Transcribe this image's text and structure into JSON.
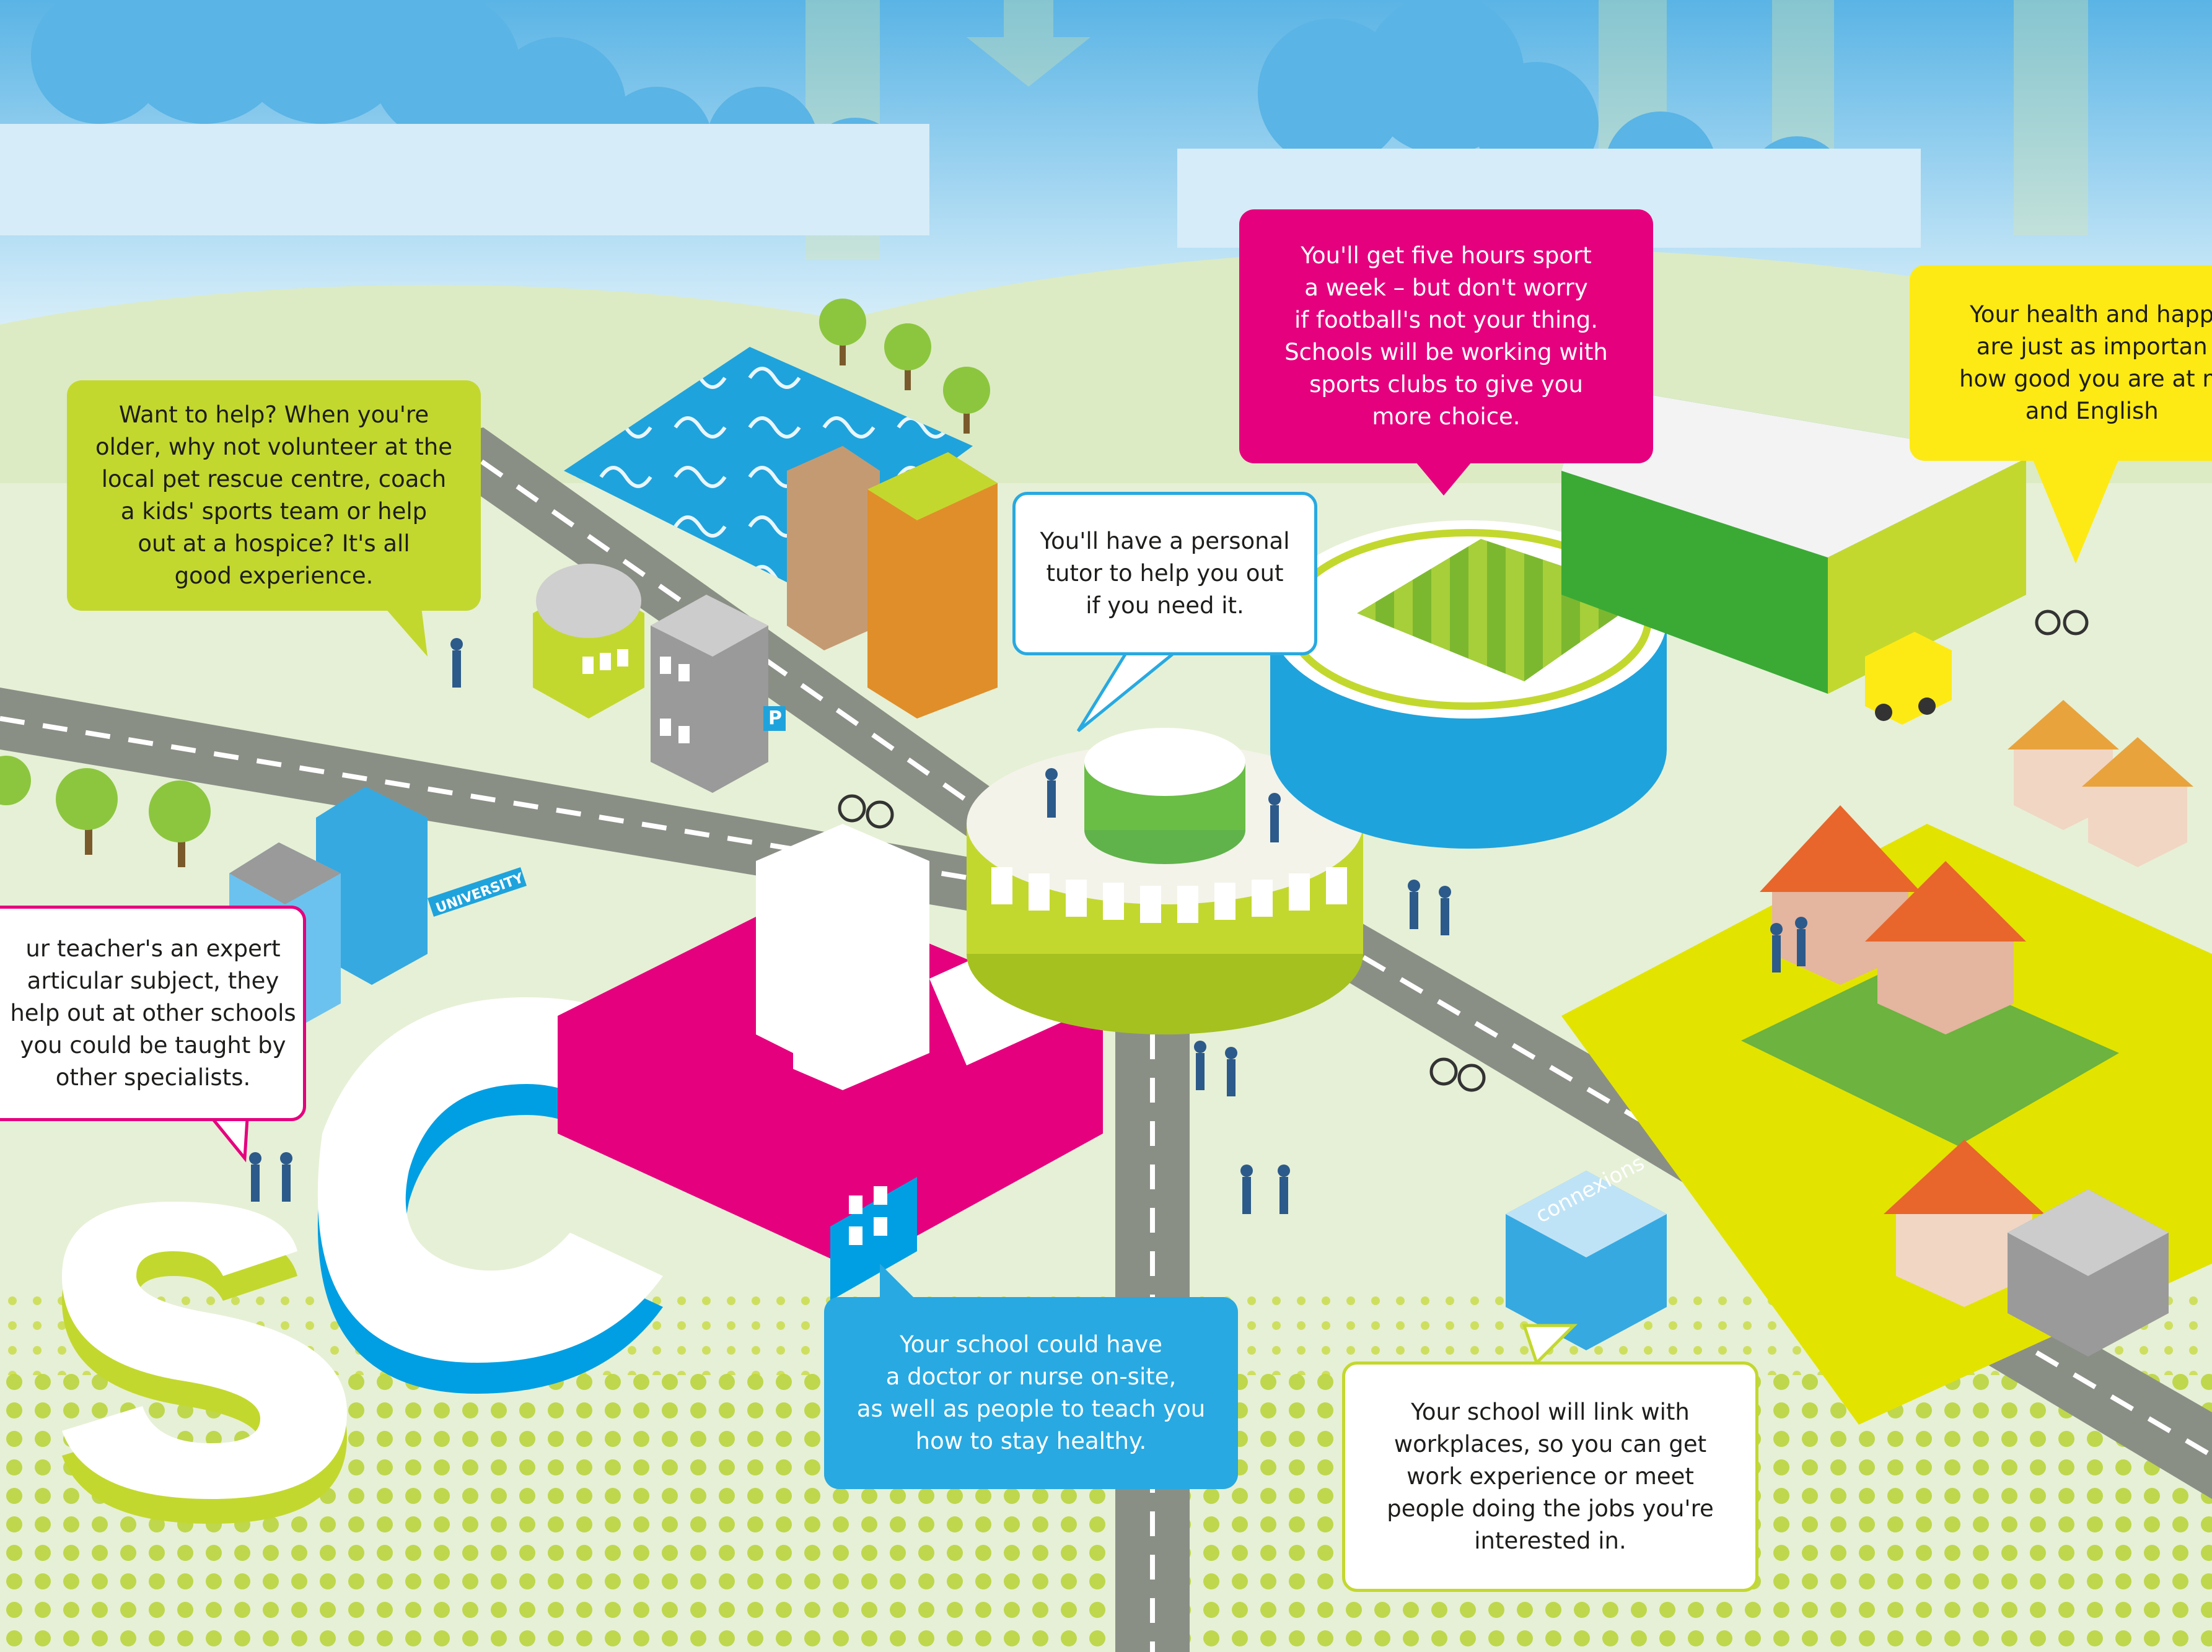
{
  "bubbles": {
    "volunteer": "Want to help? When you're\nolder, why not volunteer at the\nlocal pet rescue centre, coach\na kids' sports team or help\nout at a hospice? It's all\ngood experience.",
    "sport": "You'll get five hours sport\na week – but don't worry\nif football's not your thing.\nSchools will be working with\nsports clubs to give you\nmore choice.",
    "health": "Your health and happ\nare just as importan\nhow good you are at m\nand English",
    "tutor": "You'll have a personal\ntutor to help you out\nif you need it.",
    "expert": "ur teacher's an expert\narticular subject, they\nhelp out at other schools\nyou could be taught by\nother specialists.",
    "doctor": "Your school could have\na doctor or nurse on-site,\nas well as people to teach you\nhow to stay healthy.",
    "workplaces": "Your school will link with\nworkplaces, so you can get\nwork experience or meet\npeople doing the jobs you're\ninterested in."
  },
  "signs": {
    "university": "UNIVERSITY",
    "connexions": "connexions",
    "parking": "P"
  },
  "colors": {
    "green": "#c3d82e",
    "pink": "#e5007e",
    "yellow": "#fdea14",
    "blue": "#28a9e1",
    "sky": "#5ab4e5",
    "road": "#8a8f86"
  },
  "icons": [
    "cloud-icon",
    "tree-icon",
    "person-icon",
    "cyclist-icon",
    "building-icon",
    "house-icon",
    "forklift-icon"
  ]
}
